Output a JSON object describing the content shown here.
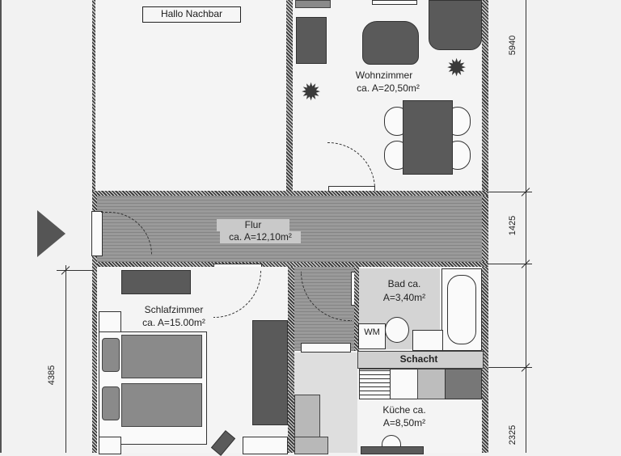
{
  "plan": {
    "sign": "Hallo Nachbar",
    "rooms": {
      "wohnzimmer": {
        "name": "Wohnzimmer",
        "area": "ca. A=20,50m²"
      },
      "flur": {
        "name": "Flur",
        "area": "ca. A=12,10m²"
      },
      "schlafzimmer": {
        "name": "Schlafzimmer",
        "area": "ca. A=15.00m²"
      },
      "bad": {
        "name": "Bad ca.",
        "area": "A=3,40m²"
      },
      "kueche": {
        "name": "Küche ca.",
        "area": "A=8,50m²"
      }
    },
    "fixtures": {
      "washing_machine": "WM",
      "shaft": "Schacht"
    },
    "dimensions": {
      "right_top": "5940",
      "right_mid": "1425",
      "right_bottom": "2325",
      "left_bottom": "4385"
    },
    "colors": {
      "wall": "#333333",
      "floor_wood": "#9a9a9a",
      "furniture_dark": "#5a5a5a",
      "background": "#f2f2f2"
    }
  }
}
